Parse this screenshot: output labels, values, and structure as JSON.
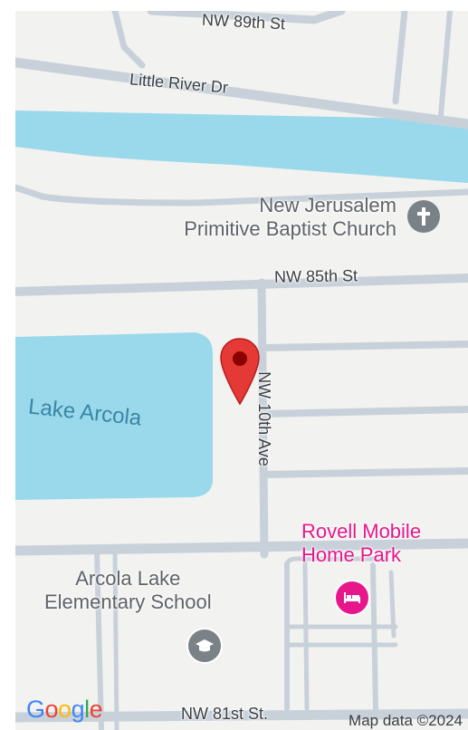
{
  "map": {
    "colors": {
      "land": "#f2f2f0",
      "water": "#9ad9ec",
      "road": "#c8d1da",
      "marker": "#e53935",
      "poi_gray": "#7b8287",
      "poi_pink": "#e8168b"
    },
    "roads": {
      "nw_89th": "NW 89th St",
      "little_river": "Little River Dr",
      "nw_85th": "NW 85th St",
      "nw_10th_ave": "NW 10th Ave",
      "nw_81st": "NW 81st St."
    },
    "pois": {
      "church_line1": "New Jerusalem",
      "church_line2": "Primitive Baptist Church",
      "church_icon": "church-cross-icon",
      "mobile_home_line1": "Rovell Mobile",
      "mobile_home_line2": "Home Park",
      "mobile_home_icon": "lodging-bed-icon",
      "school_line1": "Arcola Lake",
      "school_line2": "Elementary School",
      "school_icon": "graduation-cap-icon"
    },
    "water": {
      "lake": "Lake Arcola"
    },
    "marker_icon": "red-pin-marker-icon",
    "attribution": "Map data ©2024",
    "logo": "Google"
  }
}
